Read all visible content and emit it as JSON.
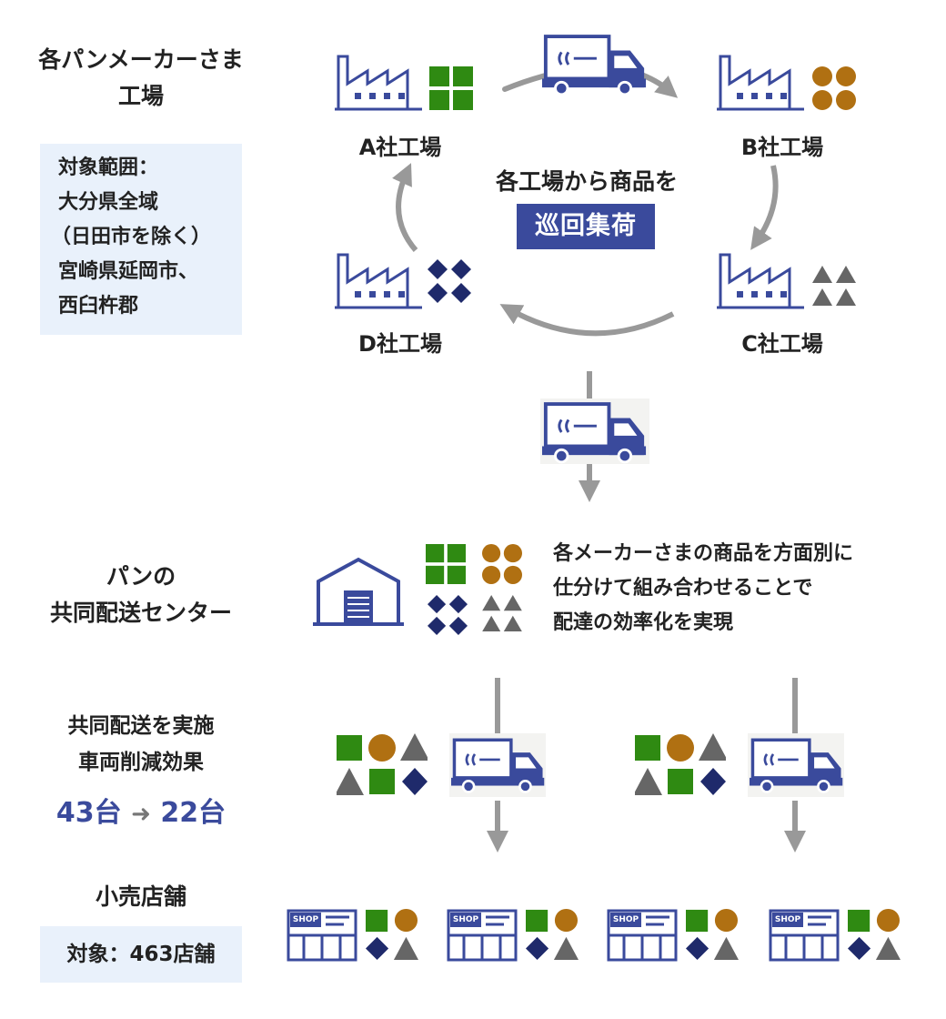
{
  "section_makers": {
    "title_line1": "各パンメーカーさま",
    "title_line2": "工場",
    "scope_lines": [
      "対象範囲：",
      "大分県全域",
      "（日田市を除く）",
      "宮崎県延岡市、",
      "西臼杵郡"
    ]
  },
  "factories": {
    "a": "A社工場",
    "b": "B社工場",
    "c": "C社工場",
    "d": "D社工場"
  },
  "collection": {
    "caption": "各工場から商品を",
    "badge": "巡回集荷"
  },
  "section_center": {
    "title_line1": "パンの",
    "title_line2": "共同配送センター",
    "description_lines": [
      "各メーカーさまの商品を方面別に",
      "仕分けて組み合わせることで",
      "配達の効率化を実現"
    ]
  },
  "section_effect": {
    "line1": "共同配送を実施",
    "line2": "車両削減効果",
    "before": "43台",
    "arrow": "➜",
    "after": "22台"
  },
  "section_stores": {
    "title": "小売店舗",
    "target": "対象：463店舗",
    "shop_sign": "SHOP"
  },
  "colors": {
    "navy": "#3a4a9c",
    "green": "#2f8a12",
    "brown": "#b07012",
    "gray": "#666666",
    "diamond": "#1f2a6b",
    "box_bg": "#e9f1fb",
    "arrow": "#999999"
  }
}
